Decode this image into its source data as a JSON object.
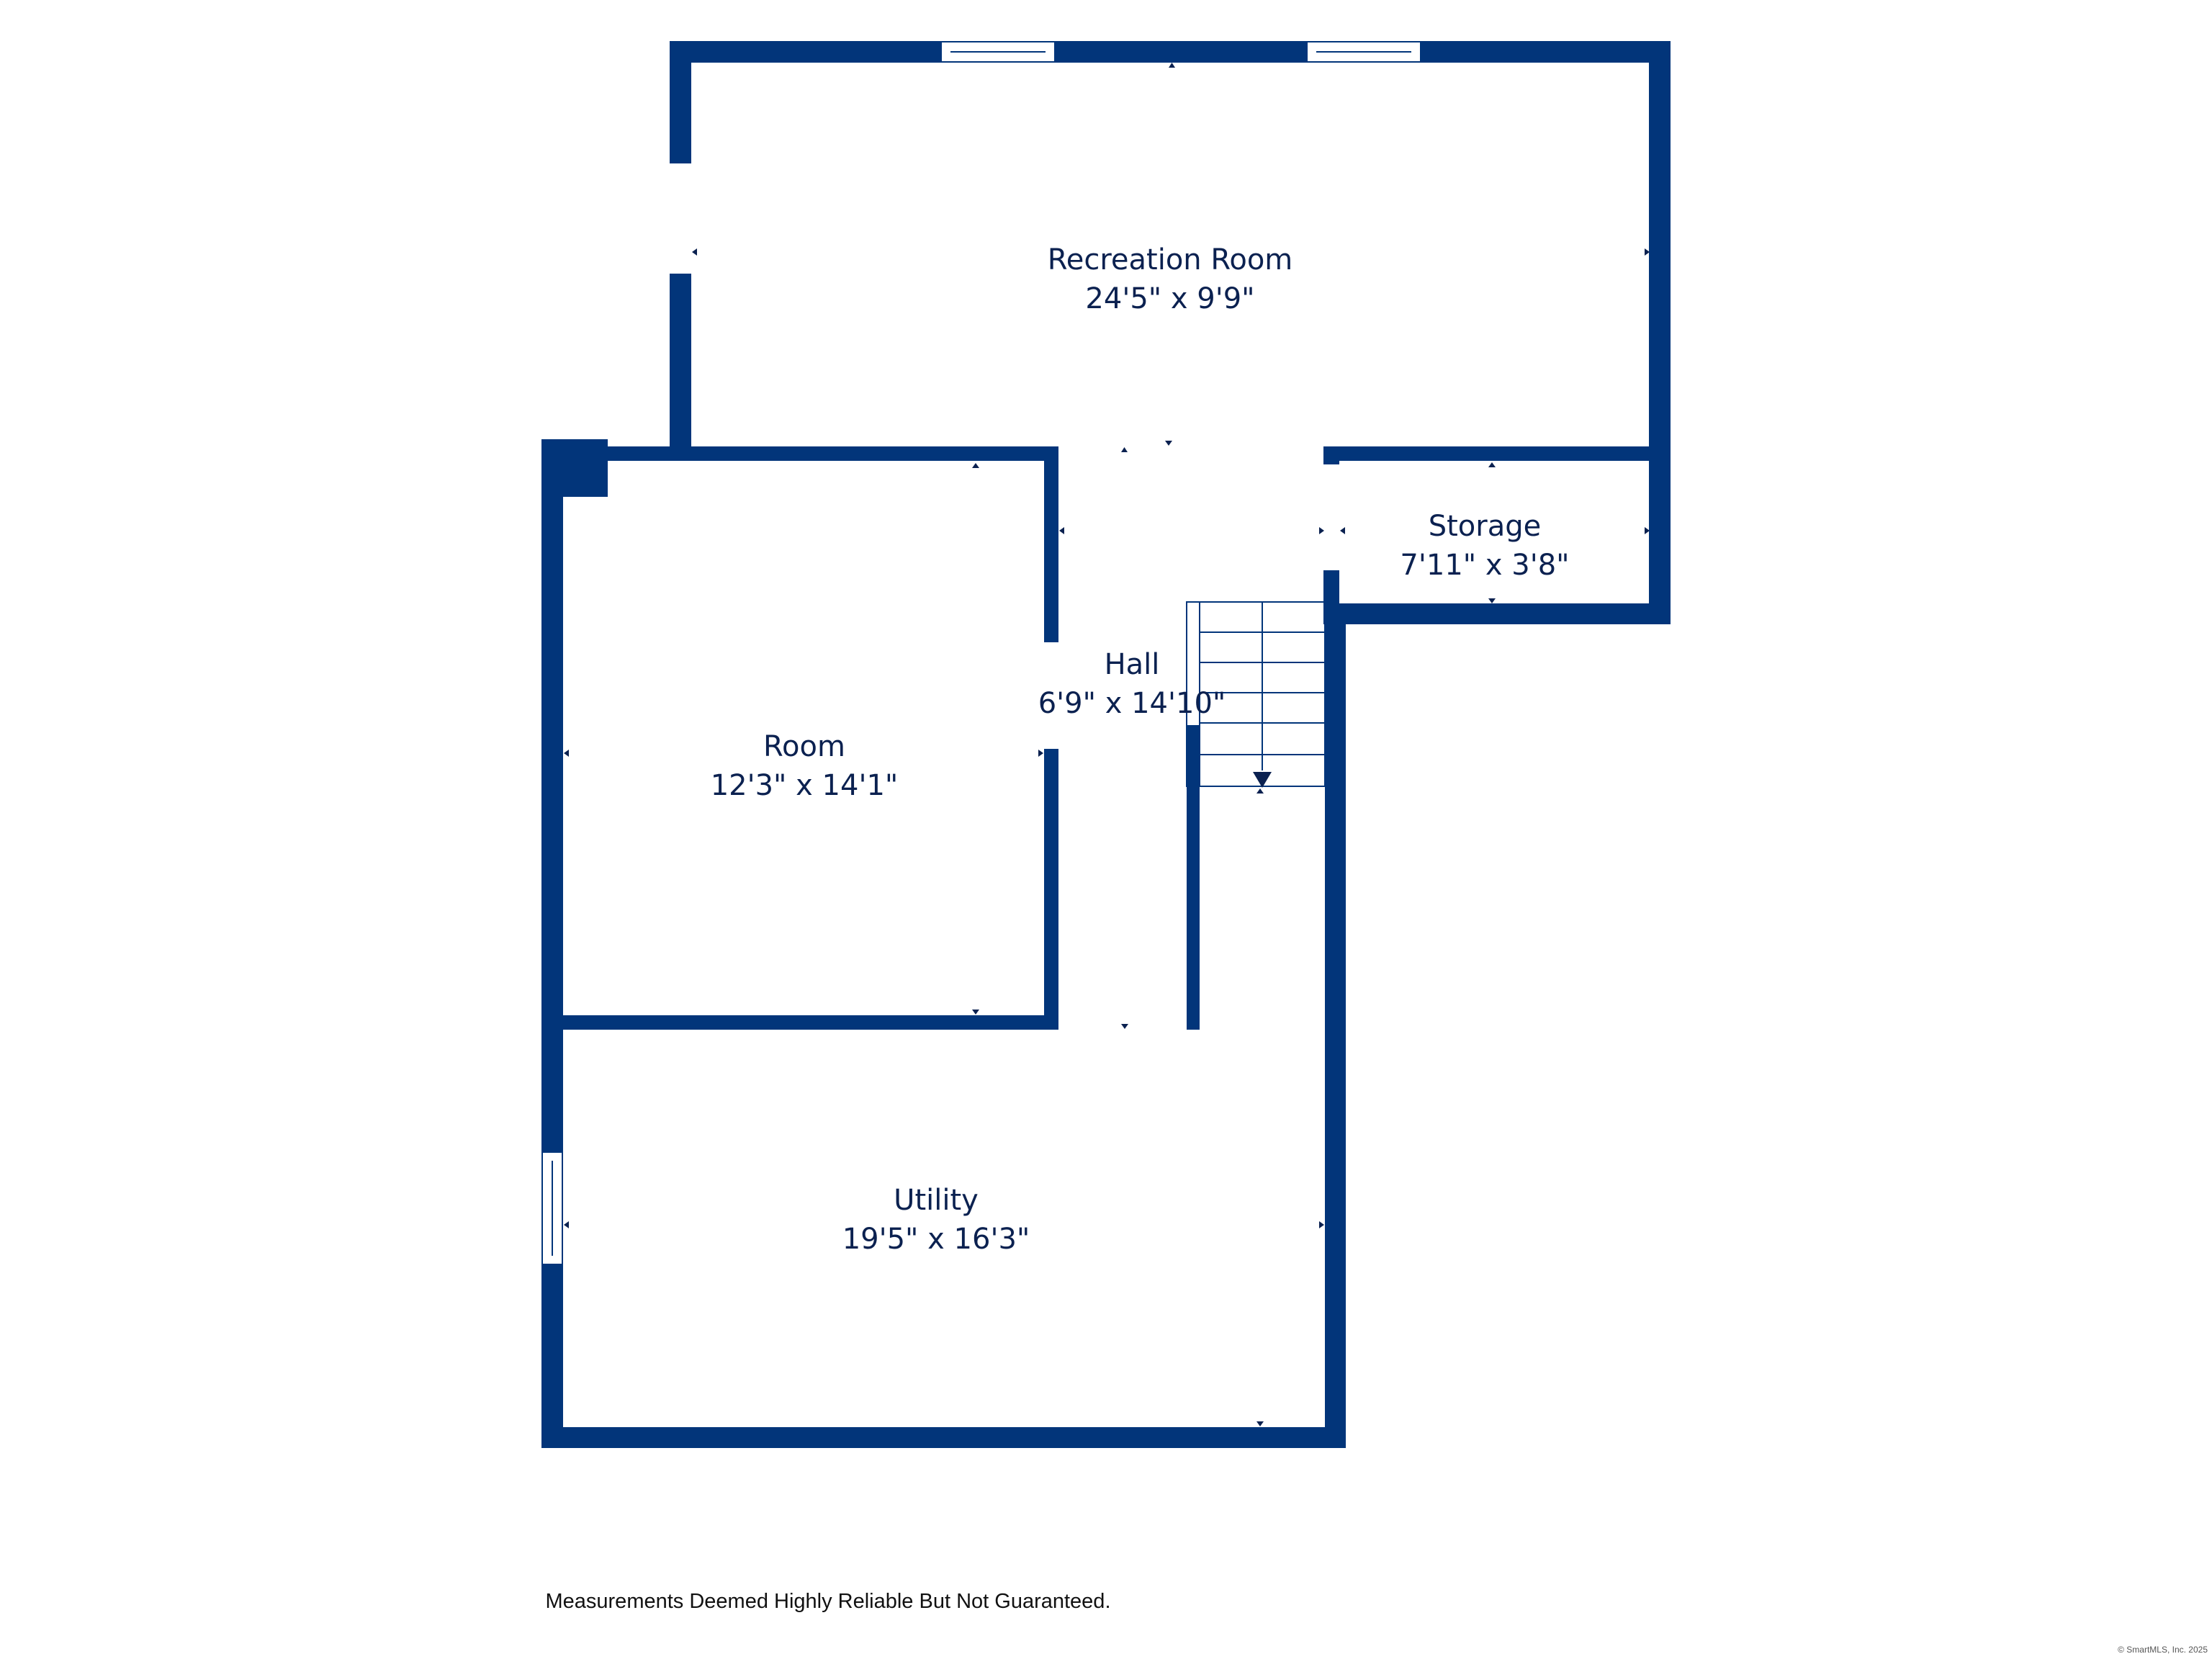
{
  "colors": {
    "wall": "#02357a",
    "text": "#0b2150",
    "window_line": "#02357a",
    "background": "#ffffff"
  },
  "rooms": {
    "recreation": {
      "name": "Recreation Room",
      "dims": "24'5\" x 9'9\""
    },
    "storage": {
      "name": "Storage",
      "dims": "7'11\" x 3'8\""
    },
    "hall": {
      "name": "Hall",
      "dims": "6'9\" x 14'10\""
    },
    "room": {
      "name": "Room",
      "dims": "12'3\" x 14'1\""
    },
    "utility": {
      "name": "Utility",
      "dims": "19'5\" x 16'3\""
    }
  },
  "footer": {
    "disclaimer": "Measurements Deemed Highly Reliable But Not Guaranteed.",
    "copyright": "© SmartMLS, Inc. 2025"
  },
  "icons": {
    "stair_direction": "stair-arrow-down-icon",
    "dimension_tick": "dimension-tick-icon"
  }
}
